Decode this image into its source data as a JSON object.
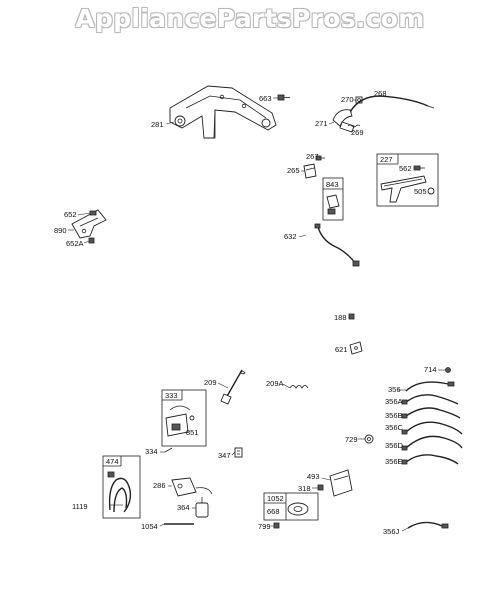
{
  "watermark": "AppliancePartsPros.com",
  "callouts": {
    "p281": "281",
    "p663": "663",
    "p270": "270",
    "p268": "268",
    "p271": "271",
    "p269": "269",
    "p267": "267",
    "p265": "265",
    "p843": "843",
    "p227": "227",
    "p562": "562",
    "p505": "505",
    "p652": "652",
    "p890": "890",
    "p652a": "652A",
    "p632": "632",
    "p188": "188",
    "p621": "621",
    "p209": "209",
    "p209a": "209A",
    "p333": "333",
    "p851": "851",
    "p334": "334",
    "p347": "347",
    "p474": "474",
    "p286": "286",
    "p364": "364",
    "p1119": "1119",
    "p1054": "1054",
    "p714": "714",
    "p356": "356",
    "p356a": "356A",
    "p356b": "356B",
    "p356c": "356C",
    "p729": "729",
    "p356d": "356D",
    "p356e": "356E",
    "p493": "493",
    "p318": "318",
    "p1052": "1052",
    "p668": "668",
    "p799": "799",
    "p356j": "356J"
  },
  "colors": {
    "line": "#222222",
    "watermark_outline": "#b9b9b9"
  }
}
